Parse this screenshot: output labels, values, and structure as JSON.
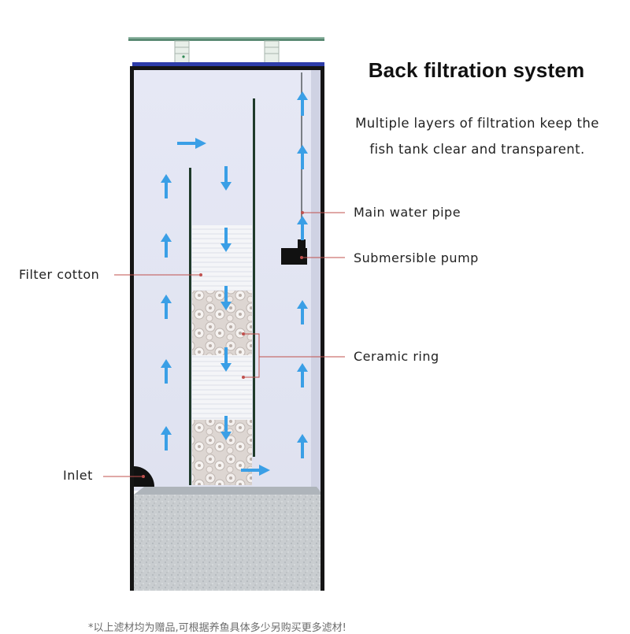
{
  "title": "Back filtration system",
  "subtitle_lines": [
    "Multiple layers of filtration keep the",
    "fish tank clear and transparent."
  ],
  "labels": {
    "main_water_pipe": "Main water pipe",
    "submersible_pump": "Submersible pump",
    "filter_cotton": "Filter cotton",
    "ceramic_ring": "Ceramic ring",
    "inlet": "Inlet"
  },
  "footnote": "*以上滤材均为赠品,可根据养鱼具体多少另购买更多滤材!",
  "colors": {
    "arrow": "#3a9fe6",
    "tank_water": "#e4e6f3",
    "tank_frame": "#151515",
    "leader_line": "#c0504d",
    "lid_glass": "#5a8a74",
    "gravel": "#c9cdd0"
  }
}
